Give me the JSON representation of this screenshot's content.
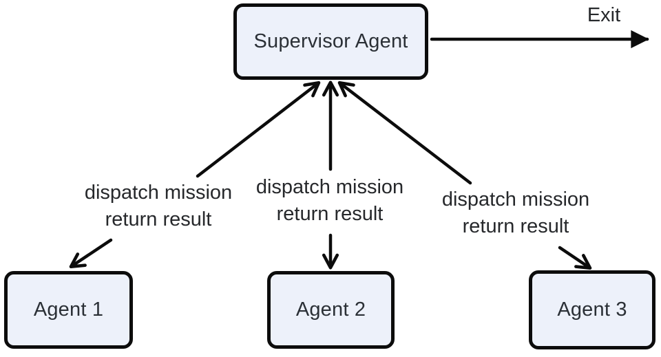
{
  "diagram": {
    "type": "flowchart",
    "nodes": [
      {
        "id": "supervisor",
        "label": "Supervisor Agent"
      },
      {
        "id": "agent1",
        "label": "Agent 1"
      },
      {
        "id": "agent2",
        "label": "Agent 2"
      },
      {
        "id": "agent3",
        "label": "Agent 3"
      }
    ],
    "edges": [
      {
        "from": "agent1",
        "to": "supervisor",
        "direction": "bidirectional-labeled",
        "label_lines": [
          "dispatch mission",
          "return result"
        ]
      },
      {
        "from": "agent2",
        "to": "supervisor",
        "direction": "bidirectional-labeled",
        "label_lines": [
          "dispatch mission",
          "return result"
        ]
      },
      {
        "from": "agent3",
        "to": "supervisor",
        "direction": "bidirectional-labeled",
        "label_lines": [
          "dispatch mission",
          "return result"
        ]
      },
      {
        "from": "supervisor",
        "to": "exit",
        "direction": "right",
        "label_lines": [
          "Exit"
        ]
      }
    ],
    "colors": {
      "background": "#ffffff",
      "node_fill": "#edf1fa",
      "node_border": "#0c0c0c",
      "arrow": "#0c0c0c",
      "node_text": "#2b3036",
      "label_text": "#26282b"
    }
  }
}
